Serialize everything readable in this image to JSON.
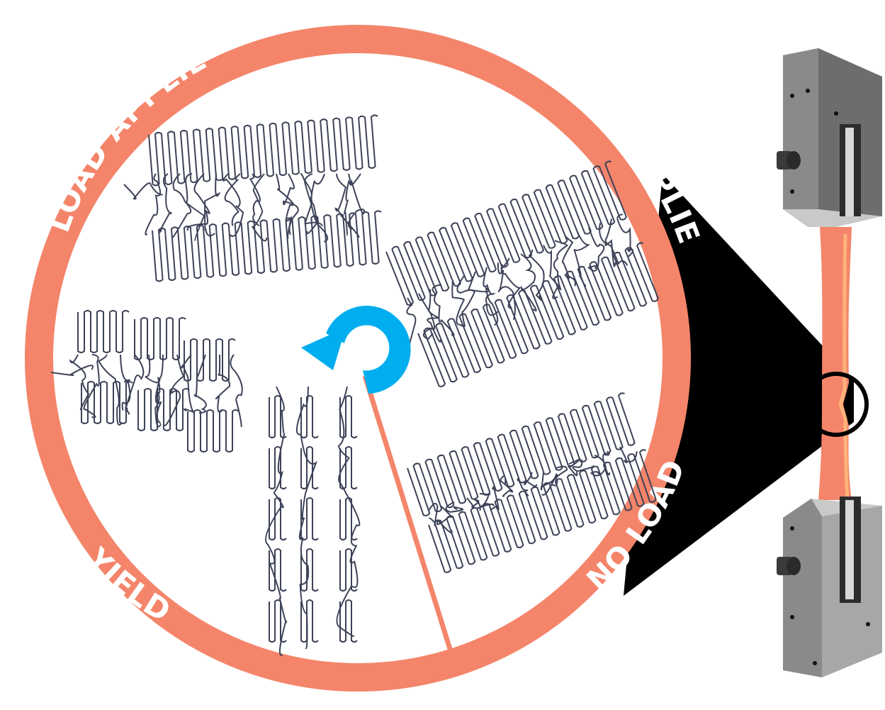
{
  "diagram": {
    "stages": [
      {
        "label": "LOAD APPLIED",
        "state": "lamellae-wavy"
      },
      {
        "label": "LOAD APPLIED",
        "state": "lamellae-tilted"
      },
      {
        "label": "NO LOAD",
        "state": "lamellae-relaxed"
      },
      {
        "label": "YIELD",
        "state": "lamellae-fragmented"
      }
    ],
    "colors": {
      "ring": "#f4856a",
      "arrow": "#00aeef",
      "chains": "#3d4258",
      "specimen": "#f4856a",
      "clamp_dark": "#6d6d6d",
      "clamp_light": "#a7a7a7",
      "cone": "#000000"
    },
    "icons": [
      "rotation-arrow-icon",
      "tensile-clamp-top",
      "tensile-clamp-bottom",
      "specimen-magnifier"
    ]
  }
}
